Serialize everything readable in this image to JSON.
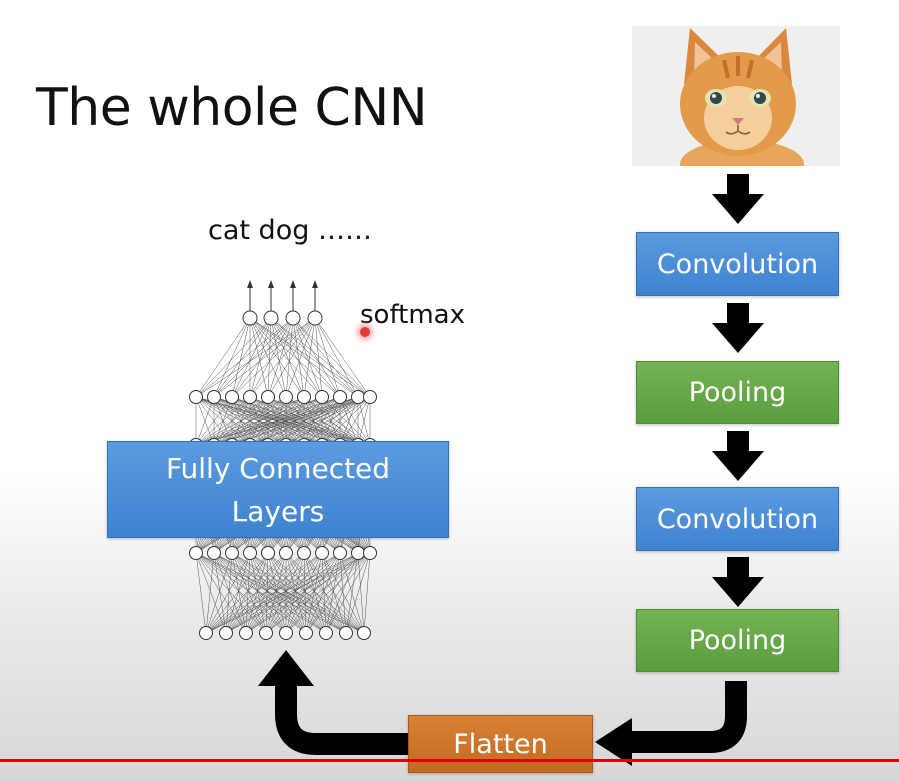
{
  "slide": {
    "title": "The whole CNN",
    "output_labels": "cat dog ……",
    "softmax_label": "softmax"
  },
  "fc_block": {
    "line1": "Fully Connected",
    "line2": "Layers"
  },
  "pipeline": {
    "conv1": "Convolution",
    "pool1": "Pooling",
    "conv2": "Convolution",
    "pool2": "Pooling",
    "flatten": "Flatten"
  },
  "colors": {
    "conv": "#4a8fdb",
    "pool": "#68a84a",
    "flatten": "#cf7630",
    "arrow": "#000000",
    "pointer": "#e43a3a"
  }
}
